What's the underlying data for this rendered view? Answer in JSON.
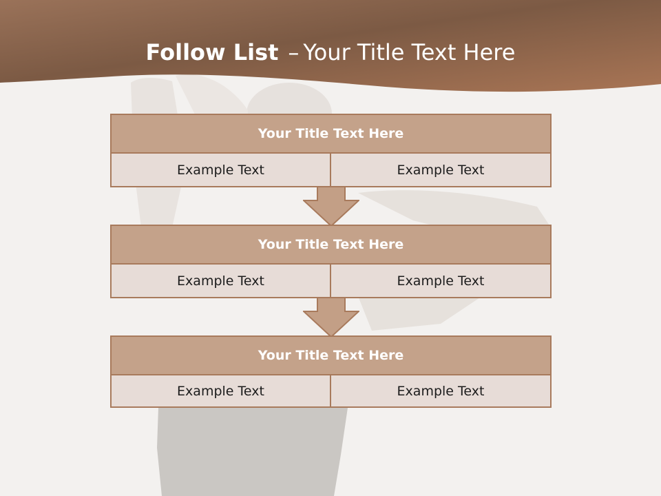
{
  "slide": {
    "title_bold": "Follow List",
    "title_separator": "–",
    "title_rest": "Your Title Text Here"
  },
  "blocks": [
    {
      "title": "Your Title Text Here",
      "left": "Example Text",
      "right": "Example Text"
    },
    {
      "title": "Your Title Text Here",
      "left": "Example Text",
      "right": "Example Text"
    },
    {
      "title": "Your Title Text Here",
      "left": "Example Text",
      "right": "Example Text"
    }
  ],
  "colors": {
    "header_dark": "#7a5a44",
    "header_accent": "#a67256",
    "title_fill": "#c4a28a",
    "cell_fill": "#e7dcd7",
    "border": "#a87a5c",
    "arrow_fill": "#c39f86"
  }
}
